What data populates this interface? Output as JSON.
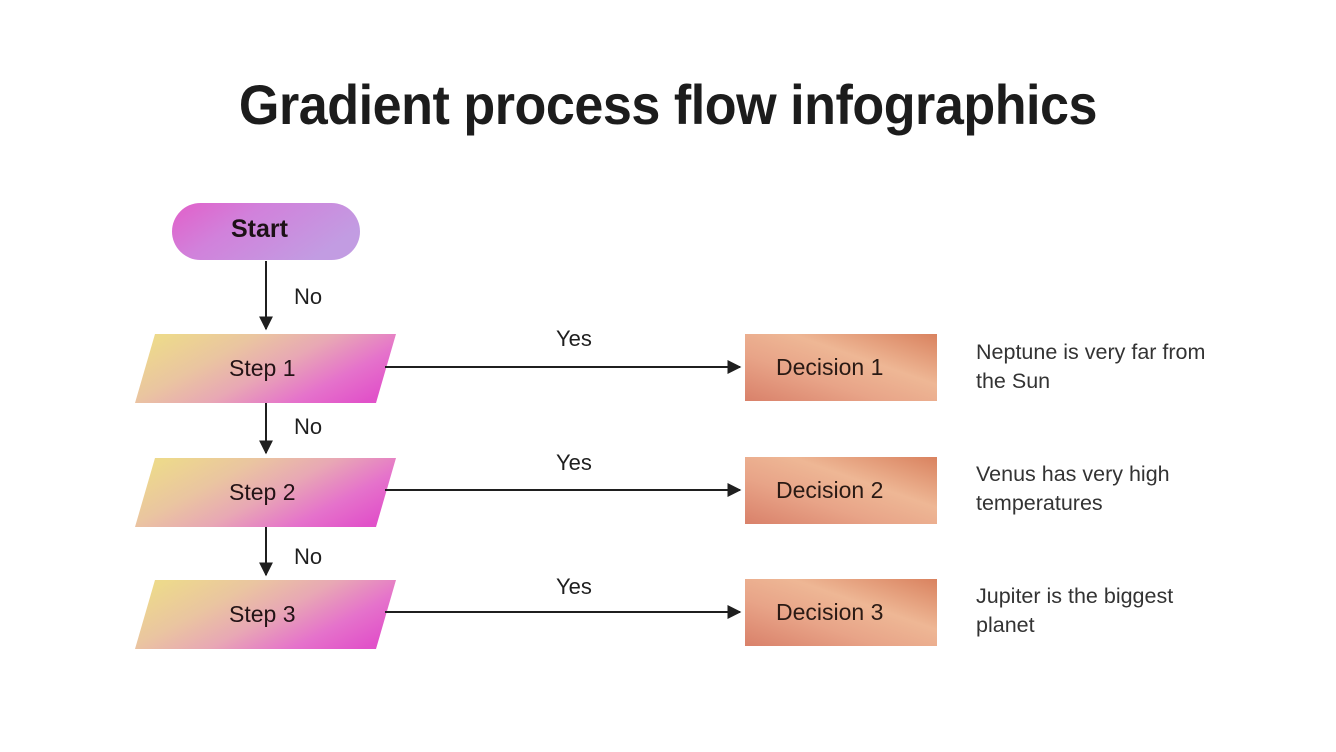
{
  "slide": {
    "title": "Gradient process flow infographics",
    "background_color": "#ffffff"
  },
  "palette": {
    "start_gradient_from": "#e060c8",
    "start_gradient_to": "#c49ae0",
    "step_gradient_from": "#ecd98f",
    "step_gradient_mid": "#e9ae9e",
    "step_gradient_to": "#e359c8",
    "decision_gradient_from": "#d98468",
    "decision_gradient_mid": "#eeb392",
    "decision_gradient_to": "#d9856a",
    "arrow_color": "#1f1f1f",
    "title_color": "#1c1c1c",
    "description_color": "#333333"
  },
  "flow": {
    "start": {
      "label": "Start",
      "shape": "pill"
    },
    "rows": [
      {
        "step_label": "Step 1",
        "step_shape": "parallelogram",
        "incoming_edge_label": "No",
        "branch_edge_label": "Yes",
        "decision_label": "Decision 1",
        "decision_shape": "rectangle",
        "description": "Neptune is very far from the Sun"
      },
      {
        "step_label": "Step 2",
        "step_shape": "parallelogram",
        "incoming_edge_label": "No",
        "branch_edge_label": "Yes",
        "decision_label": "Decision 2",
        "decision_shape": "rectangle",
        "description": "Venus has very high temperatures"
      },
      {
        "step_label": "Step 3",
        "step_shape": "parallelogram",
        "incoming_edge_label": "No",
        "branch_edge_label": "Yes",
        "decision_label": "Decision 3",
        "decision_shape": "rectangle",
        "description": "Jupiter is the biggest planet"
      }
    ]
  }
}
